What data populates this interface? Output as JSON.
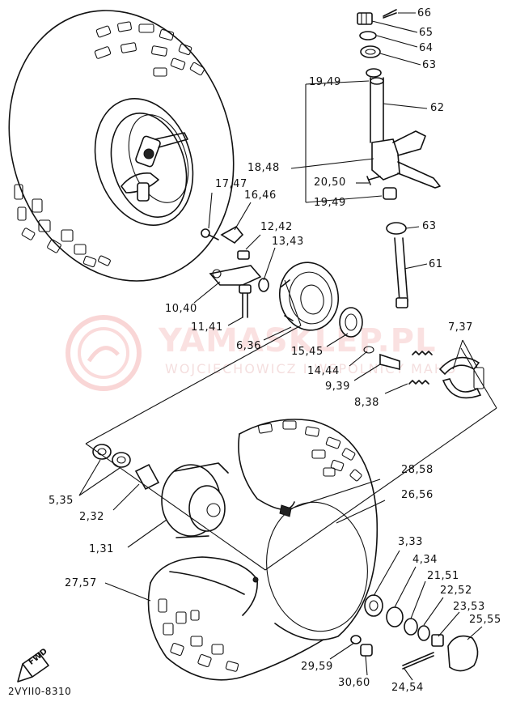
{
  "watermark": {
    "text": "YAMASKLEP.PL",
    "subtext": "WOJCIECHOWICZ I WSPÓLNICY MAHO"
  },
  "diagram_code": "2VYII0-8310",
  "fwd_label": "FWD",
  "callouts": {
    "c66": "66",
    "c65": "65",
    "c64": "64",
    "c63a": "63",
    "c62": "62",
    "c19_49a": "19,49",
    "c18_48": "18,48",
    "c20_50": "20,50",
    "c19_49b": "19,49",
    "c63b": "63",
    "c61": "61",
    "c17_47": "17,47",
    "c16_46": "16,46",
    "c12_42": "12,42",
    "c13_43": "13,43",
    "c10_40": "10,40",
    "c11_41": "11,41",
    "c6_36": "6,36",
    "c15_45": "15,45",
    "c14_44": "14,44",
    "c7_37": "7,37",
    "c9_39": "9,39",
    "c8_38": "8,38",
    "c5_35": "5,35",
    "c2_32": "2,32",
    "c1_31": "1,31",
    "c28_58": "28,58",
    "c26_56": "26,56",
    "c27_57": "27,57",
    "c3_33": "3,33",
    "c4_34": "4,34",
    "c21_51": "21,51",
    "c22_52": "22,52",
    "c23_53": "23,53",
    "c25_55": "25,55",
    "c29_59": "29,59",
    "c30_60": "30,60",
    "c24_54": "24,54"
  }
}
